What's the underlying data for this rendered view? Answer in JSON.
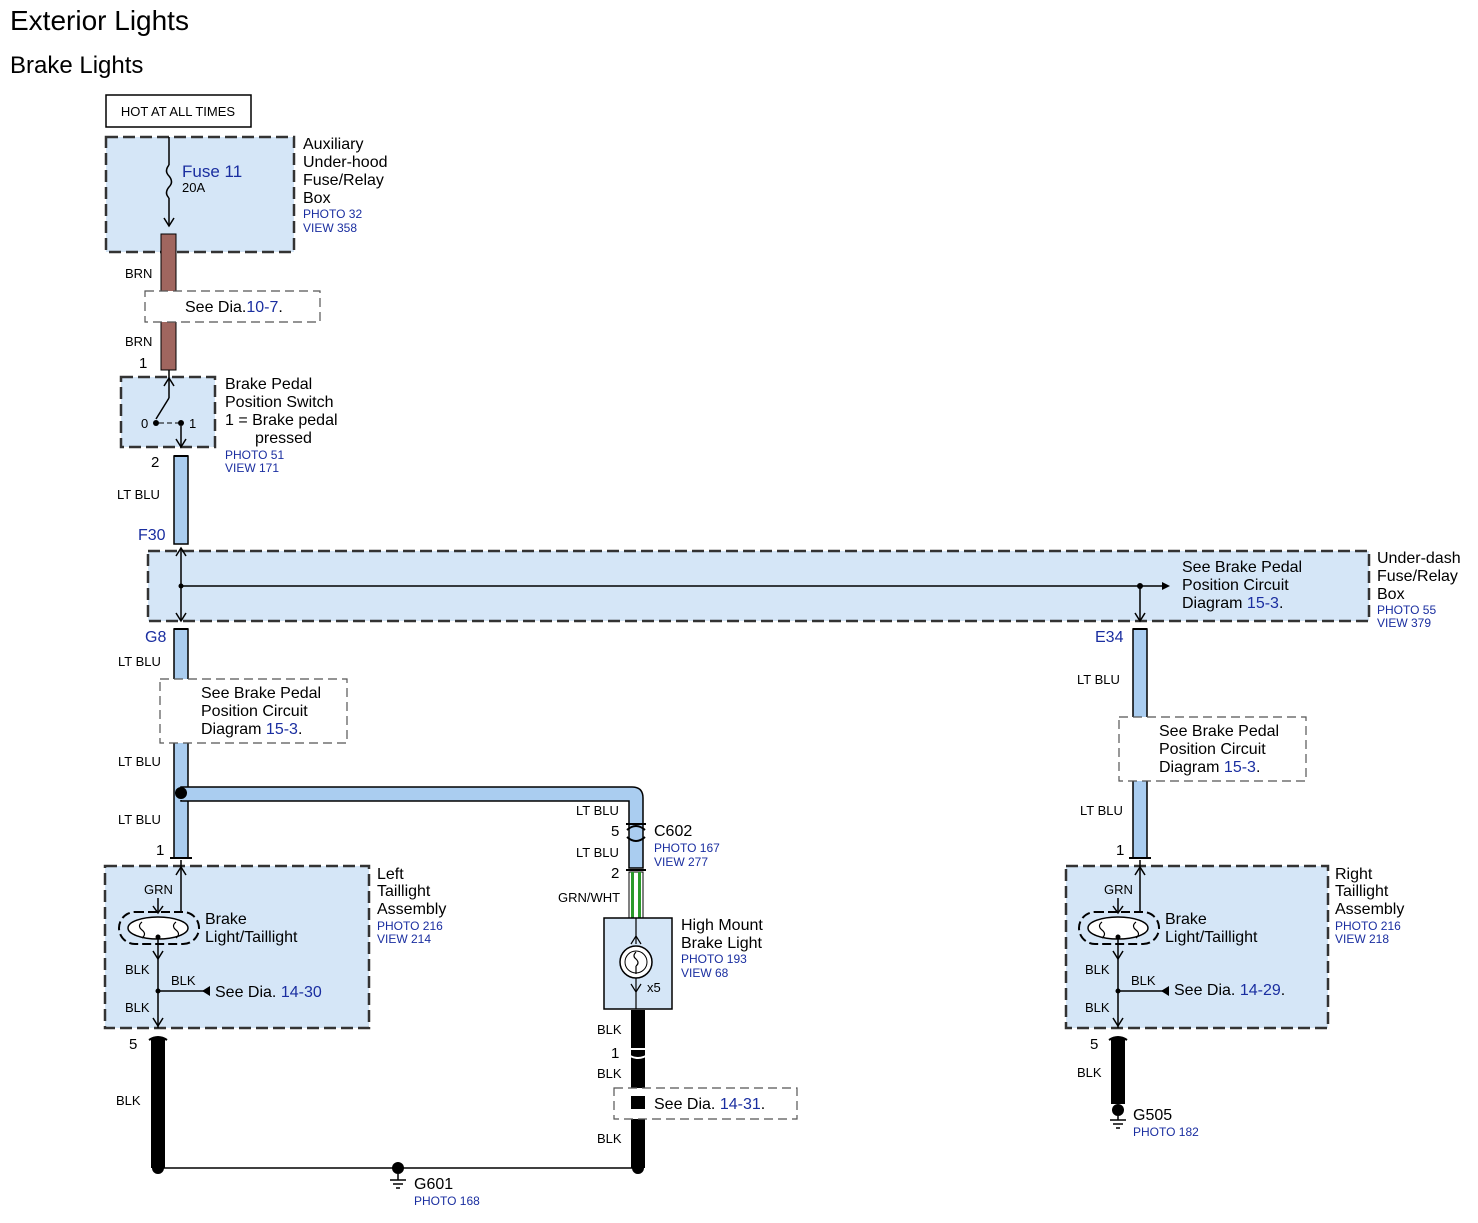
{
  "title": "Exterior Lights",
  "subtitle": "Brake Lights",
  "power_label": "HOT AT ALL TIMES",
  "fuse_box": {
    "fuse_name": "Fuse 11",
    "fuse_rating": "20A",
    "name_lines": [
      "Auxiliary",
      "Under-hood",
      "Fuse/Relay",
      "Box"
    ],
    "photo": "PHOTO 32",
    "view": "VIEW 358"
  },
  "wire_colors": {
    "brn": "#a0665f",
    "lt_blu": "#aacdf0",
    "grn": "#2a9a2a",
    "blk": "#000000",
    "box_fill": "#d5e6f7",
    "ref_blue": "#1a2ea0"
  },
  "notes": {
    "see_10_7": {
      "prefix": "See Dia.",
      "ref": "10-7",
      "suffix": "."
    },
    "left_bp": {
      "lines": [
        "See Brake Pedal",
        "Position Circuit",
        "Diagram"
      ],
      "ref": "15-3",
      "suffix": "."
    },
    "right_bp": {
      "lines": [
        "See Brake Pedal",
        "Position Circuit",
        "Diagram"
      ],
      "ref": "15-3",
      "suffix": "."
    },
    "dash_bp": {
      "lines": [
        "See Brake Pedal",
        "Position Circuit",
        "Diagram"
      ],
      "ref": "15-3",
      "suffix": "."
    },
    "see_14_30": {
      "prefix": "See Dia.",
      "ref": "14-30",
      "suffix": ""
    },
    "see_14_31": {
      "prefix": "See Dia.",
      "ref": "14-31",
      "suffix": "."
    },
    "see_14_29": {
      "prefix": "See Dia.",
      "ref": "14-29",
      "suffix": "."
    }
  },
  "switch": {
    "name_lines": [
      "Brake Pedal",
      "Position Switch",
      "1 = Brake pedal",
      "pressed"
    ],
    "photo": "PHOTO 51",
    "view": "VIEW 171",
    "pin_in": "1",
    "pin_out": "2",
    "pos0": "0",
    "pos1": "1"
  },
  "wires": {
    "brn": "BRN",
    "lt_blu": "LT BLU",
    "grn": "GRN",
    "grn_wht": "GRN/WHT",
    "blk": "BLK"
  },
  "underdash": {
    "name_lines": [
      "Under-dash",
      "Fuse/Relay",
      "Box"
    ],
    "photo": "PHOTO 55",
    "view": "VIEW 379",
    "pin_f30": "F30",
    "pin_g8": "G8",
    "pin_e34": "E34"
  },
  "c602": {
    "name": "C602",
    "photo": "PHOTO 167",
    "view": "VIEW 277",
    "pin5": "5",
    "pin2": "2"
  },
  "left_tail": {
    "name_lines": [
      "Left",
      "Taillight",
      "Assembly"
    ],
    "photo": "PHOTO 216",
    "view": "VIEW 214",
    "bulb_lines": [
      "Brake",
      "Light/Taillight"
    ],
    "pin_in": "1",
    "pin_out": "5"
  },
  "right_tail": {
    "name_lines": [
      "Right",
      "Taillight",
      "Assembly"
    ],
    "photo": "PHOTO 216",
    "view": "VIEW 218",
    "bulb_lines": [
      "Brake",
      "Light/Taillight"
    ],
    "pin_in": "1",
    "pin_out": "5"
  },
  "high_mount": {
    "name_lines": [
      "High Mount",
      "Brake Light"
    ],
    "photo": "PHOTO 193",
    "view": "VIEW 68",
    "multiplier": "x5",
    "pin_out": "1"
  },
  "grounds": {
    "g601": {
      "name": "G601",
      "photo": "PHOTO 168"
    },
    "g505": {
      "name": "G505",
      "photo": "PHOTO 182"
    }
  }
}
